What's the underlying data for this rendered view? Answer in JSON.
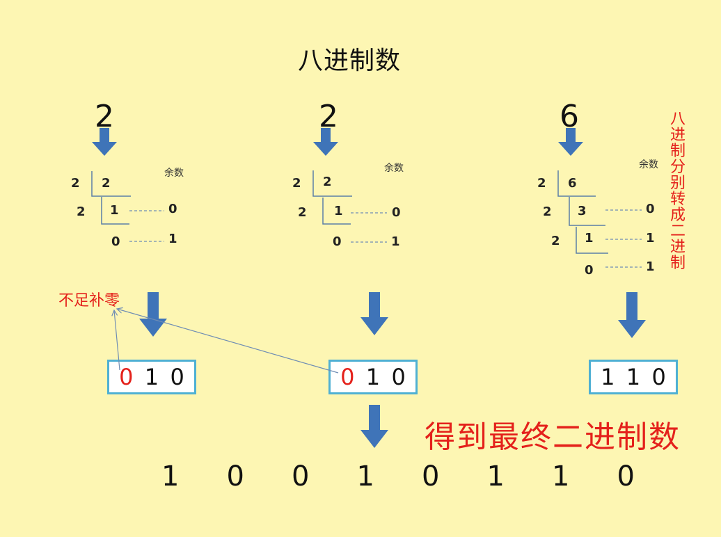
{
  "title": "八进制数",
  "octal_digits": [
    "2",
    "2",
    "6"
  ],
  "remainder_label": "余数",
  "side_note": "八进制分别转成二进制",
  "pad_note": "不足补零",
  "columns": [
    {
      "rows": [
        {
          "divisor": "2",
          "dividend": "2",
          "remainder": ""
        },
        {
          "divisor": "2",
          "dividend": "1",
          "remainder": "0"
        },
        {
          "divisor": "",
          "dividend": "0",
          "remainder": "1"
        }
      ],
      "binary": [
        "0",
        "1",
        "0"
      ],
      "padded_index": 0
    },
    {
      "rows": [
        {
          "divisor": "2",
          "dividend": "2",
          "remainder": ""
        },
        {
          "divisor": "2",
          "dividend": "1",
          "remainder": "0"
        },
        {
          "divisor": "",
          "dividend": "0",
          "remainder": "1"
        }
      ],
      "binary": [
        "0",
        "1",
        "0"
      ],
      "padded_index": 0
    },
    {
      "rows": [
        {
          "divisor": "2",
          "dividend": "6",
          "remainder": ""
        },
        {
          "divisor": "2",
          "dividend": "3",
          "remainder": "0"
        },
        {
          "divisor": "2",
          "dividend": "1",
          "remainder": "1"
        },
        {
          "divisor": "",
          "dividend": "0",
          "remainder": "1"
        }
      ],
      "binary": [
        "1",
        "1",
        "0"
      ],
      "padded_index": -1
    }
  ],
  "final_label": "得到最终二进制数",
  "final_binary": [
    "1",
    "0",
    "0",
    "1",
    "0",
    "1",
    "1",
    "0"
  ],
  "colors": {
    "background": "#fdf6b3",
    "arrow": "#3f74b8",
    "box_border": "#4fb0d3",
    "highlight": "#e4211b",
    "division_line": "#5b7fa8"
  }
}
